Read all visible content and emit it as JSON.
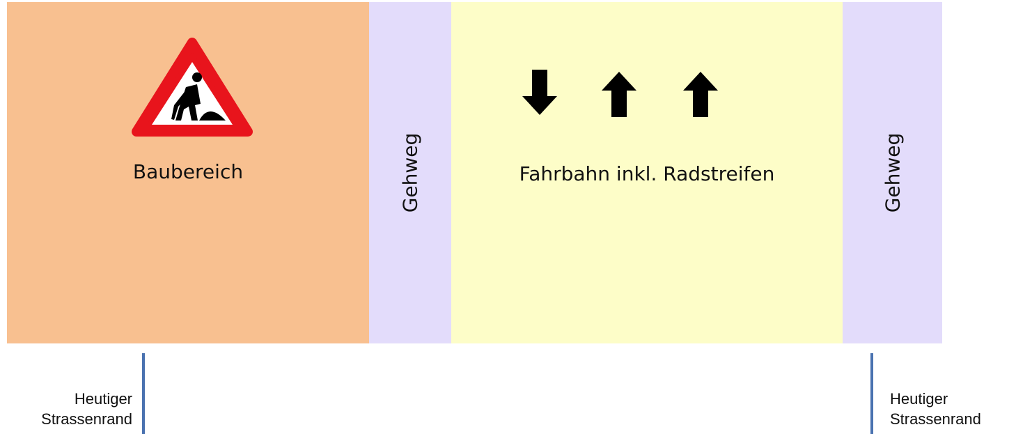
{
  "colors": {
    "baubereich": "#f8c090",
    "gehweg": "#e3dcfb",
    "fahrbahn": "#fdfdc8",
    "edge_line": "#4a72b0",
    "sign_red": "#e8141c"
  },
  "zones": {
    "baubereich": {
      "label": "Baubereich",
      "icon": "roadworks-sign-icon"
    },
    "gehweg_left": {
      "label": "Gehweg"
    },
    "fahrbahn": {
      "label": "Fahrbahn inkl. Radstreifen",
      "arrows": [
        "arrow-down-icon",
        "arrow-up-icon",
        "arrow-up-icon"
      ]
    },
    "gehweg_right": {
      "label": "Gehweg"
    }
  },
  "edges": {
    "left": {
      "line1": "Heutiger",
      "line2": "Strassenrand"
    },
    "right": {
      "line1": "Heutiger",
      "line2": "Strassenrand"
    }
  }
}
